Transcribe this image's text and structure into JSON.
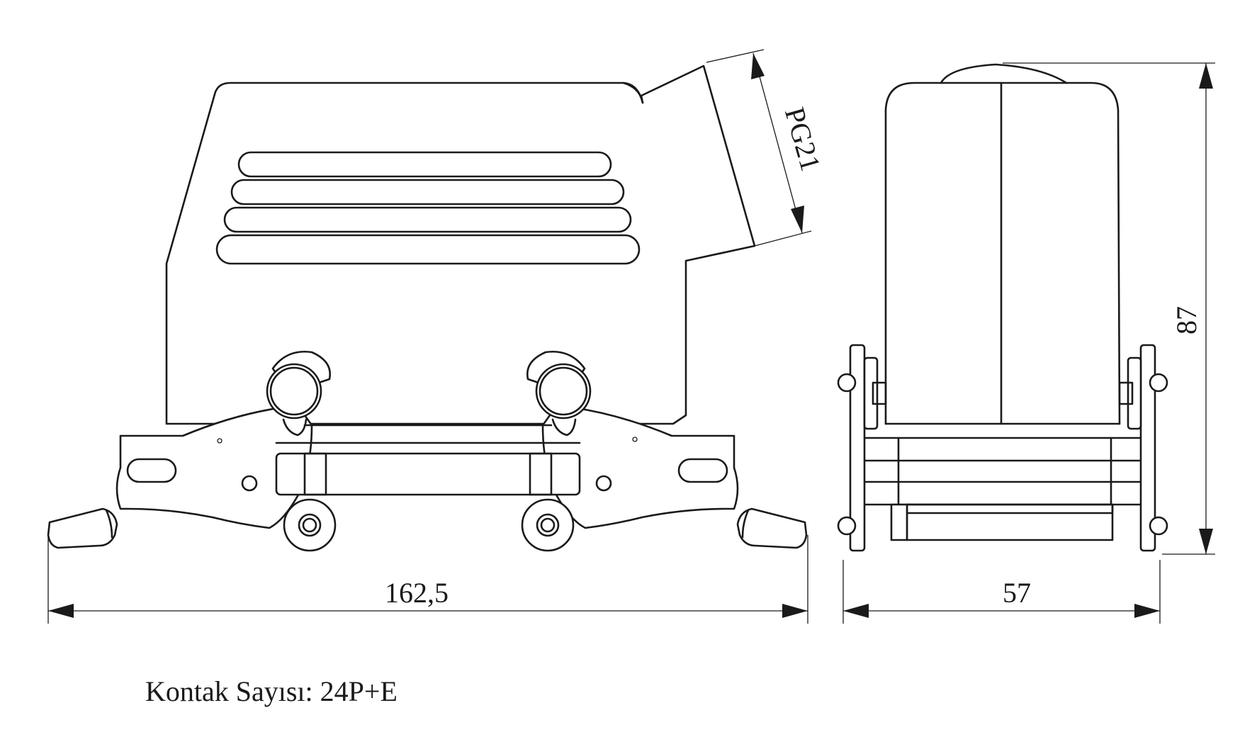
{
  "dimensions": {
    "width_front": "162,5",
    "width_side": "57",
    "height": "87",
    "cable_entry": "PG21"
  },
  "caption": "Kontak Sayısı: 24P+E",
  "colors": {
    "line": "#1a1a1a",
    "background": "#ffffff"
  }
}
